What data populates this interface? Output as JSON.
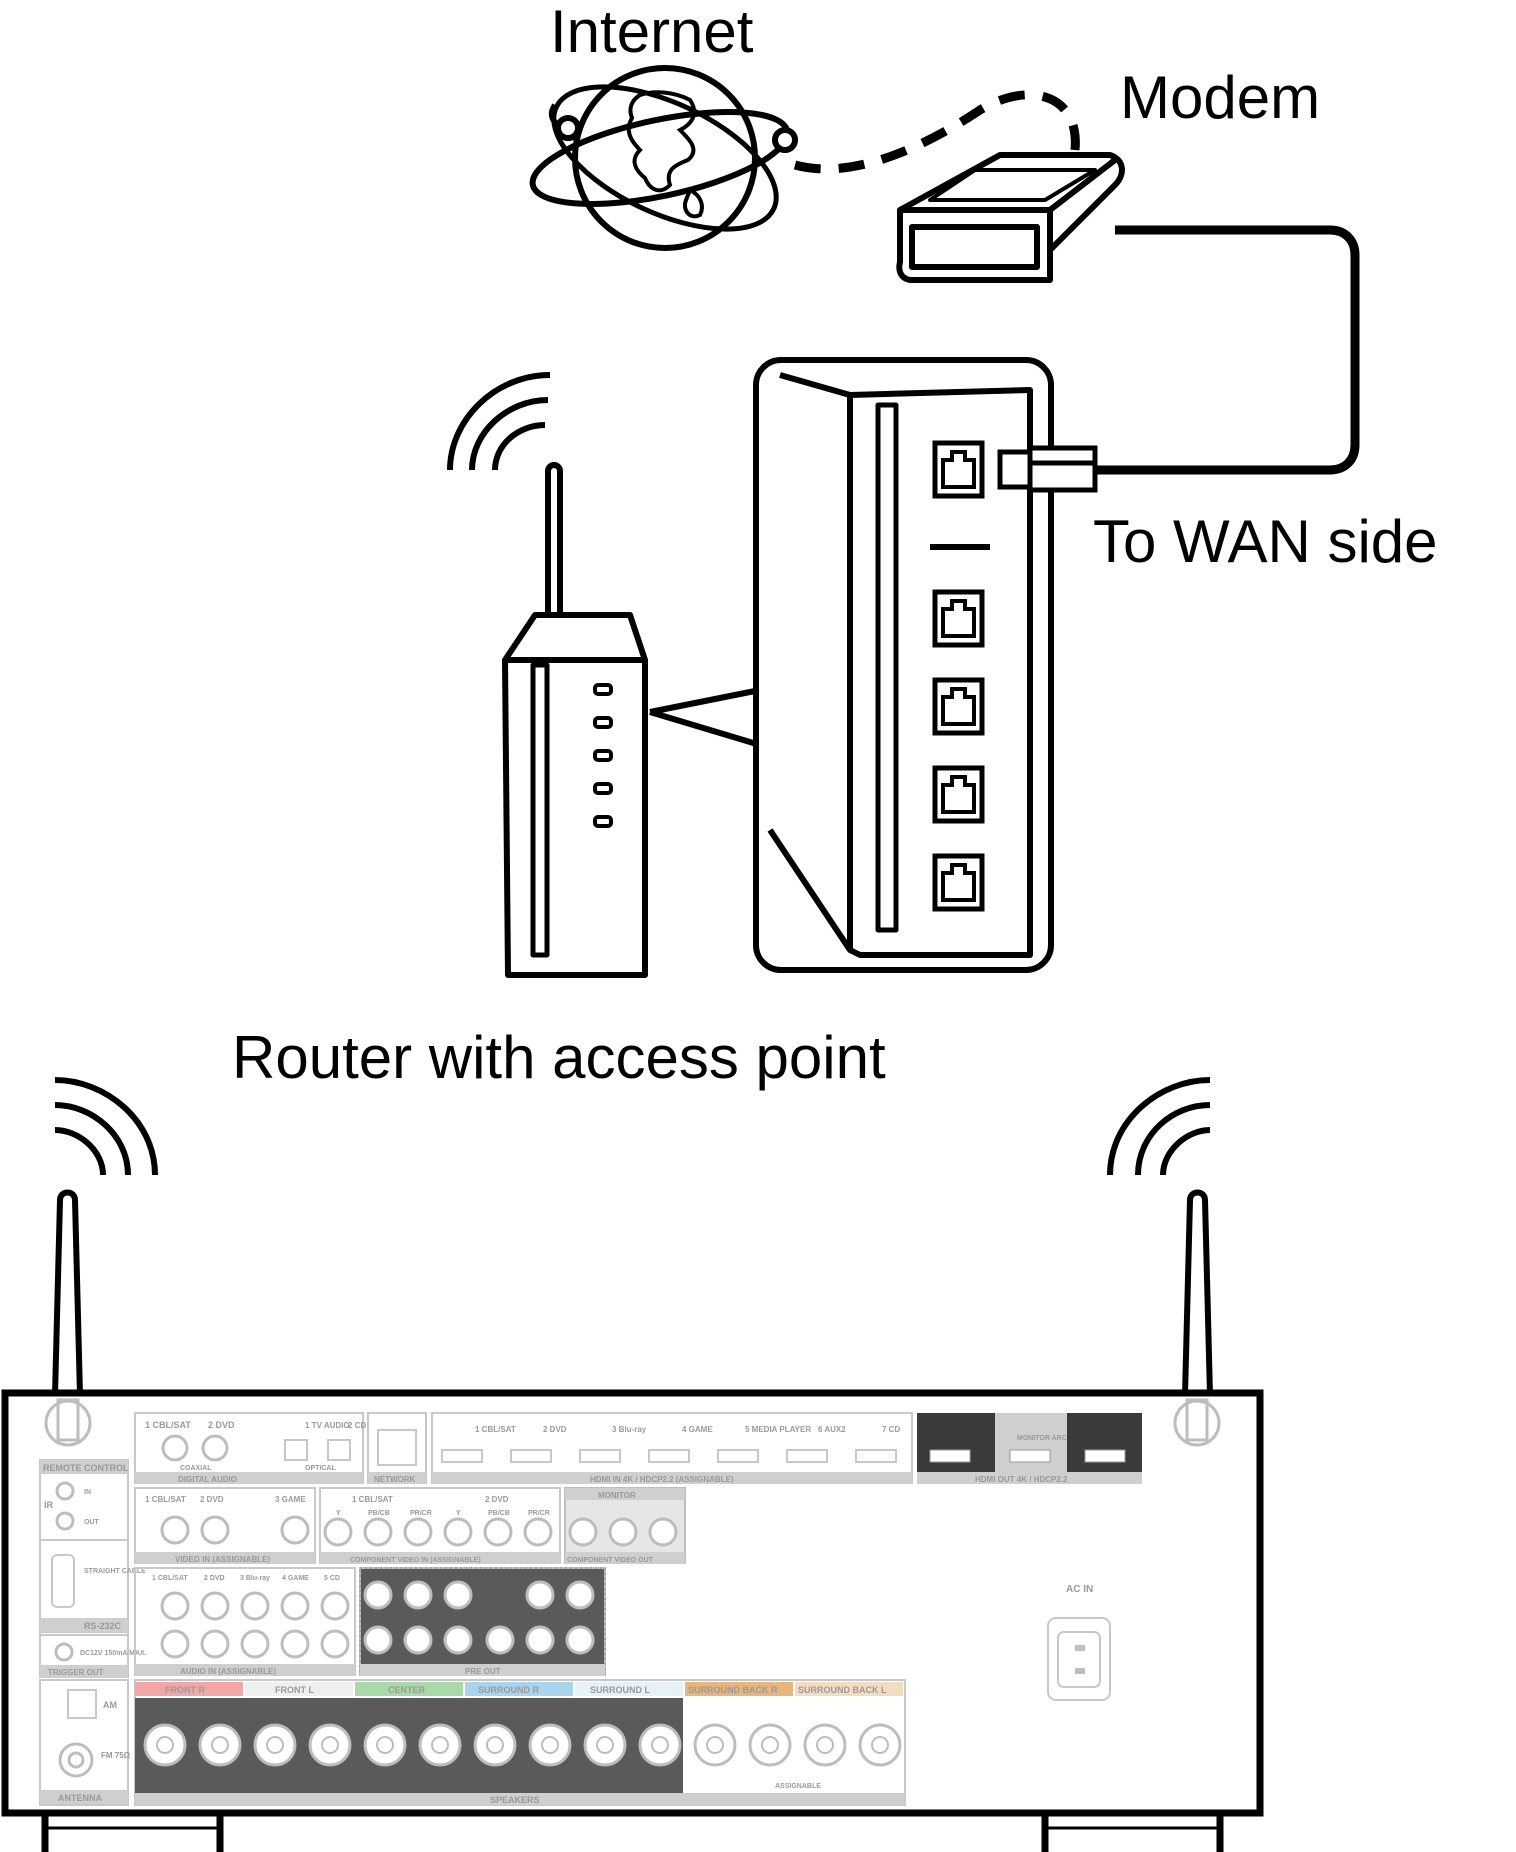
{
  "labels": {
    "internet": "Internet",
    "modem": "Modem",
    "wan": "To WAN side",
    "router": "Router with access point"
  },
  "receiver": {
    "remote_control": "REMOTE CONTROL",
    "ir": "IR",
    "ir_in": "IN",
    "ir_out": "OUT",
    "straight_cable": "STRAIGHT CABLE",
    "rs232c": "RS-232C",
    "dc12v": "DC12V 150mA MAX.",
    "trigger_out": "TRIGGER OUT",
    "am": "AM",
    "fm": "FM 75Ω",
    "antenna": "ANTENNA",
    "digital_audio_inputs": [
      "1 CBL/SAT",
      "2 DVD",
      "1 TV AUDIO",
      "2 CD"
    ],
    "coaxial": "COAXIAL",
    "optical": "OPTICAL",
    "digital_audio": "DIGITAL AUDIO",
    "assignable": "(ASSIGNABLE)",
    "network": "NETWORK",
    "hdmi_inputs": [
      "1 CBL/SAT",
      "2 DVD",
      "3 Blu-ray",
      "4 GAME",
      "5 MEDIA PLAYER",
      "6 AUX2",
      "7 CD"
    ],
    "hdmi_in_label": "HDMI  IN  4K / HDCP2.2  (ASSIGNABLE)",
    "monitor_arc": "MONITOR ARC",
    "hdmi_out_label": "HDMI  OUT  4K / HDCP2.2",
    "video_inputs": [
      "1 CBL/SAT",
      "2 DVD",
      "3 GAME"
    ],
    "video_in_label": "VIDEO  IN  (ASSIGNABLE)",
    "component_groups": [
      "1 CBL/SAT",
      "2 DVD"
    ],
    "component_channels": [
      "Y",
      "PB/CB",
      "PR/CR"
    ],
    "component_in_label": "COMPONENT VIDEO  IN  (ASSIGNABLE)",
    "monitor": "MONITOR",
    "component_out_label": "COMPONENT VIDEO  OUT",
    "audio_inputs": [
      "1 CBL/SAT",
      "2 DVD",
      "3 Blu-ray",
      "4 GAME",
      "5 CD"
    ],
    "audio_in_label": "AUDIO  IN  (ASSIGNABLE)",
    "pre_out": "PRE OUT",
    "speakers": [
      "FRONT R",
      "FRONT L",
      "CENTER",
      "SURROUND R",
      "SURROUND L",
      "SURROUND BACK R",
      "SURROUND BACK L"
    ],
    "speakers_label": "SPEAKERS",
    "assignable_small": "ASSIGNABLE",
    "ac_in": "AC IN"
  },
  "colors": {
    "line": "#000000",
    "panel_gray": "#bdbdbd",
    "front_r": "#f2a7a7",
    "center": "#a9d8a9",
    "surround_r": "#a9d4ee",
    "surround_back": "#e8b67a"
  }
}
